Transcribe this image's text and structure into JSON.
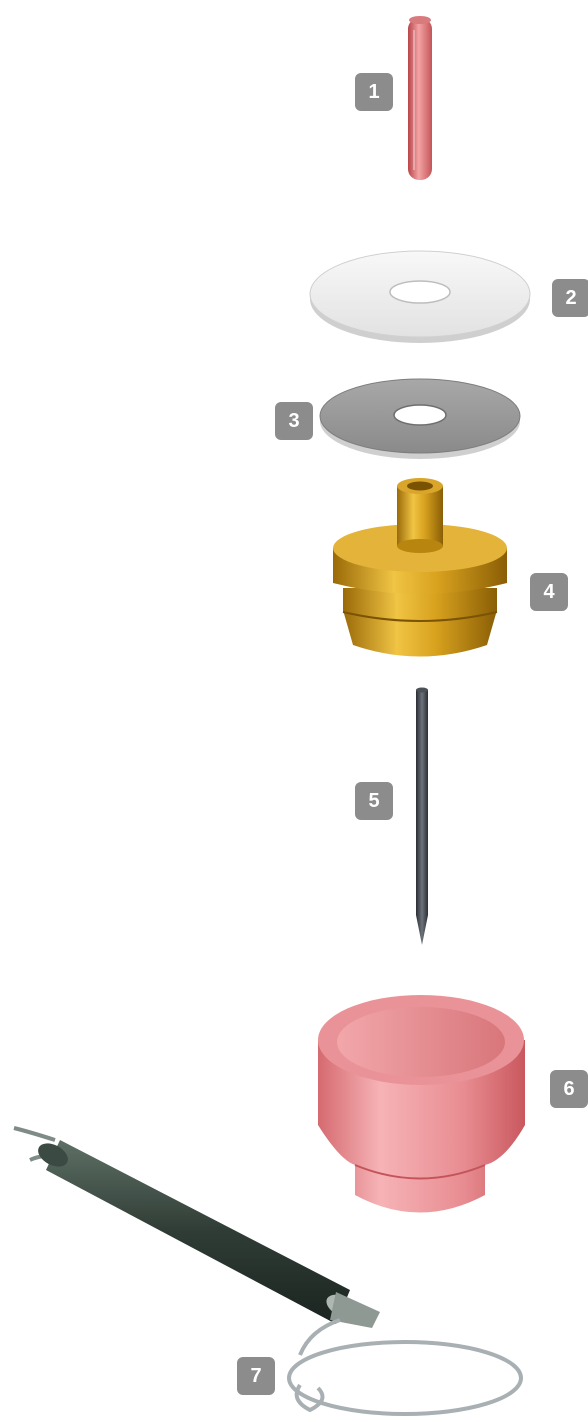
{
  "diagram": {
    "badge_color": "#8c8c8c",
    "parts": [
      {
        "number": "1",
        "icon": "collet-icon"
      },
      {
        "number": "2",
        "icon": "insulator-washer-icon"
      },
      {
        "number": "3",
        "icon": "gasket-icon"
      },
      {
        "number": "4",
        "icon": "gas-lens-body-icon"
      },
      {
        "number": "5",
        "icon": "tungsten-electrode-icon"
      },
      {
        "number": "6",
        "icon": "ceramic-cup-icon"
      },
      {
        "number": "7",
        "icon": "back-cap-spring-icon"
      }
    ]
  }
}
